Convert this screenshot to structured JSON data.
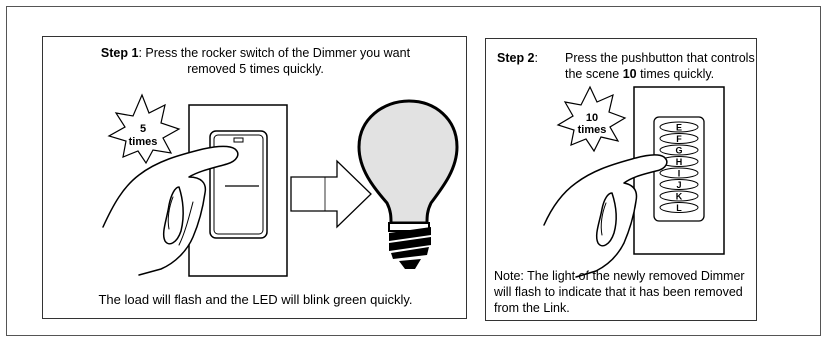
{
  "step1": {
    "label": "Step 1",
    "text_line1": ": Press the rocker switch of the Dimmer you want",
    "text_line2": "removed 5 times quickly.",
    "burst_count": "5",
    "burst_unit": "times",
    "caption": "The load will flash and the LED will blink green quickly."
  },
  "step2": {
    "label": "Step 2",
    "colon": ":",
    "text_line1": "Press the pushbutton that controls",
    "text_line2_prefix": "the scene ",
    "text_line2_bold": "10",
    "text_line2_suffix": " times quickly.",
    "burst_count": "10",
    "burst_unit": "times",
    "keypad_buttons": [
      "E",
      "F",
      "G",
      "H",
      "I",
      "J",
      "K",
      "L"
    ],
    "note_line1": "Note: The light of the newly removed Dimmer",
    "note_line2": "will flash to indicate that it has been removed",
    "note_line3": "from the Link."
  }
}
